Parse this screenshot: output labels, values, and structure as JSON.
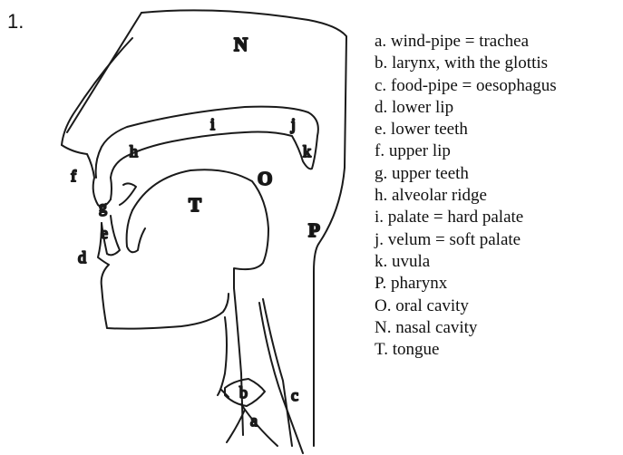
{
  "question_number": "1.",
  "diagram": {
    "labels": {
      "N": "N",
      "O": "O",
      "T": "T",
      "P": "P",
      "a": "a",
      "b": "b",
      "c": "c",
      "d": "d",
      "e": "e",
      "f": "f",
      "g": "g",
      "h": "h",
      "i": "i",
      "j": "j",
      "k": "k"
    }
  },
  "legend": [
    "a. wind-pipe = trachea",
    "b. larynx, with the glottis",
    "c. food-pipe = oesophagus",
    "d. lower lip",
    "e. lower teeth",
    "f.  upper lip",
    "g. upper teeth",
    "h. alveolar ridge",
    "i. palate = hard  palate",
    "j. velum = soft palate",
    "k. uvula",
    "P. pharynx",
    "O. oral cavity",
    "N. nasal cavity",
    "T. tongue"
  ]
}
